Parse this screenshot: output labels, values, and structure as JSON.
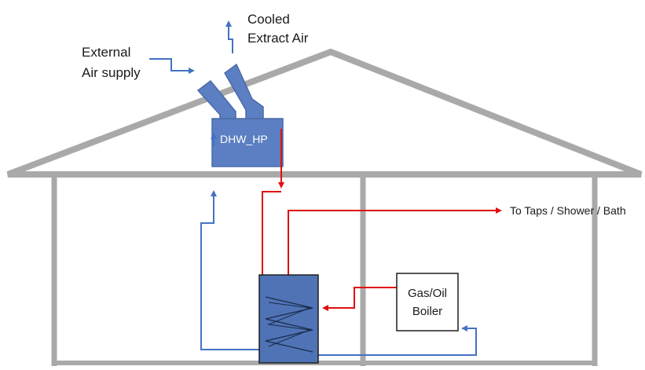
{
  "labels": {
    "cooled_line1": "Cooled",
    "cooled_line2": "Extract Air",
    "external_line1": "External",
    "external_line2": "Air supply",
    "heat_pump": "DHW_HP",
    "taps": "To Taps / Shower / Bath",
    "boiler_line1": "Gas/Oil",
    "boiler_line2": "Boiler"
  },
  "colors": {
    "house_outline": "#a9a9a9",
    "heat_pump_fill": "#5b7fc2",
    "heat_pump_edge": "#4a6aa8",
    "cylinder_fill": "#4f73b5",
    "hot_pipe": "#e01010",
    "cold_pipe": "#4472c4",
    "air_arrow": "#4472c4"
  }
}
